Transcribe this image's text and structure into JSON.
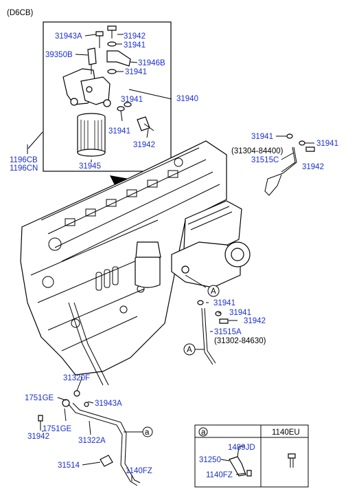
{
  "model_code": "(D6CB)",
  "colors": {
    "label": "#1a2fd0",
    "line": "#000000",
    "background": "#ffffff"
  },
  "callout_labels": {
    "p31943A_top": "31943A",
    "p31942_top": "31942",
    "p39350B": "39350B",
    "p31941_a": "31941",
    "p31946B": "31946B",
    "p31941_b": "31941",
    "p31940": "31940",
    "p31941_c": "31941",
    "p31941_d": "31941",
    "p31942_mid": "31942",
    "p1196CB": "1196CB",
    "p1196CN": "1196CN",
    "p31945": "31945",
    "p31941_r1": "31941",
    "p31941_r2": "31941",
    "p31942_r": "31942",
    "p31515C": "31515C",
    "p31941_m1": "31941",
    "p31941_m2": "31941",
    "p31942_m": "31942",
    "p31515A": "31515A",
    "p31320F": "31320F",
    "p1751GE_a": "1751GE",
    "p31943A_low": "31943A",
    "p31942_low": "31942",
    "p1751GE_b": "1751GE",
    "p31322A": "31322A",
    "p31514": "31514",
    "p1140FZ_main": "1140FZ",
    "p1489JD": "1489JD",
    "p31250": "31250",
    "p1140FZ_inset": "1140FZ",
    "p1140EU": "1140EU"
  },
  "reference_numbers": {
    "ref_31304": "(31304-84400)",
    "ref_31302": "(31302-84630)"
  },
  "reference_markers": {
    "marker_a_top": "A",
    "marker_a_bottom": "A",
    "circle_a_main": "a",
    "circle_a_inset": "a"
  }
}
